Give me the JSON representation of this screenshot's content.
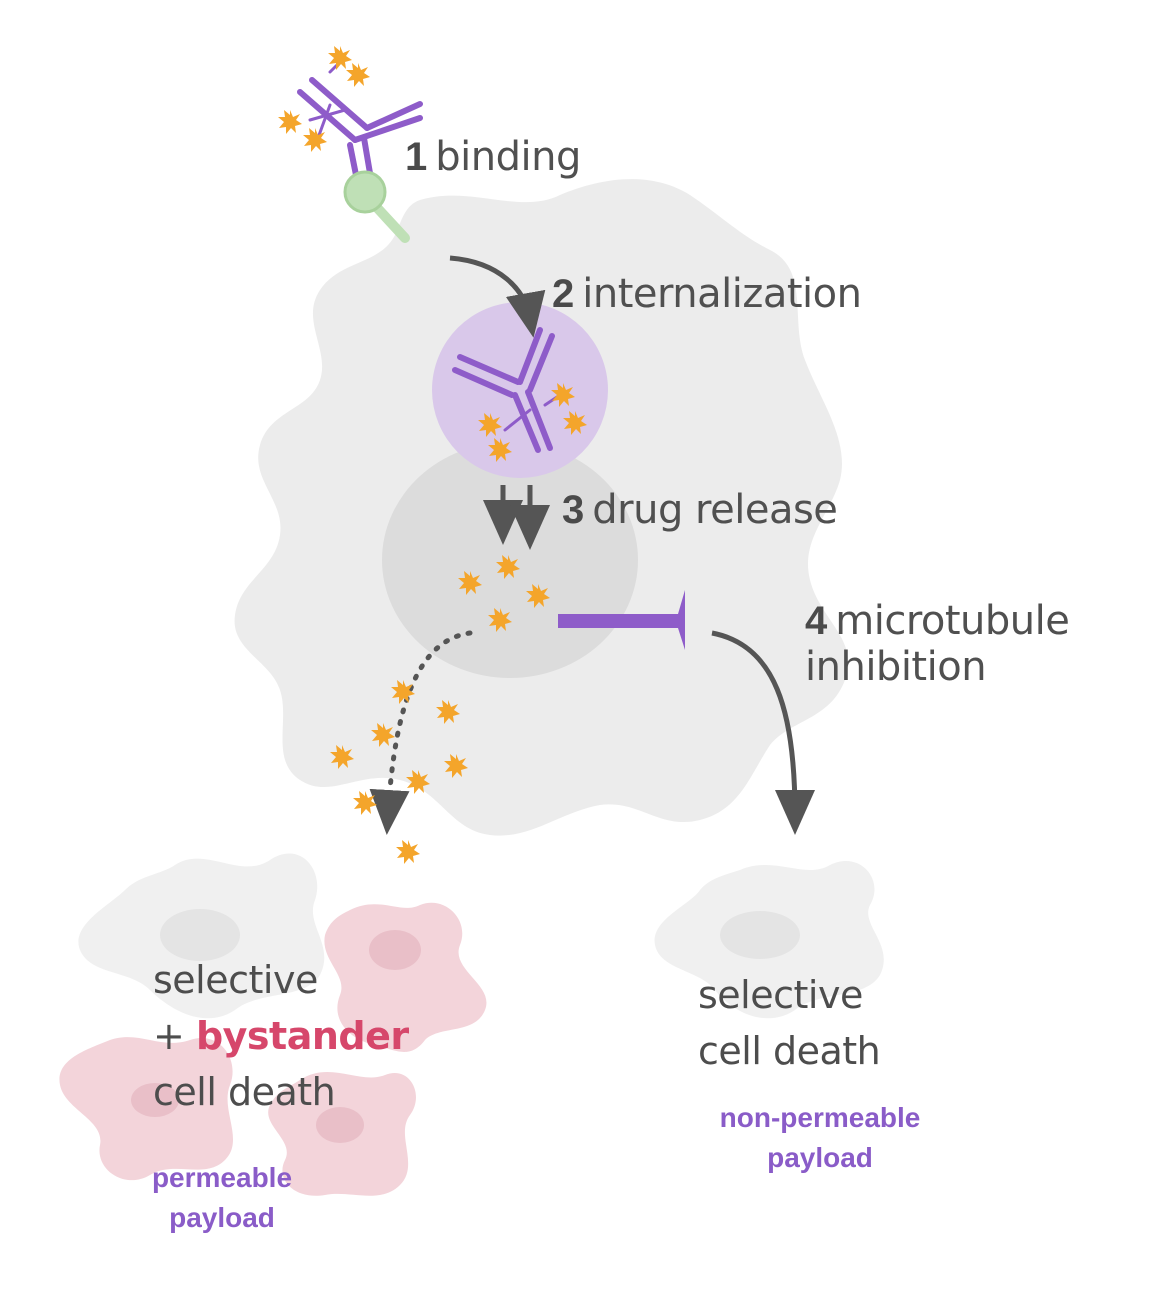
{
  "steps": {
    "binding": {
      "number": "1",
      "label": "binding"
    },
    "internalization": {
      "number": "2",
      "label": "internalization"
    },
    "drug_release": {
      "number": "3",
      "label": "drug release"
    },
    "microtubule": {
      "number": "4",
      "label_line1": "microtubule",
      "label_line2": "inhibition"
    }
  },
  "outcomes": {
    "left": {
      "line1": "selective",
      "plus": "+",
      "bystander": "bystander",
      "line3": "cell death",
      "payload_line1": "permeable",
      "payload_line2": "payload"
    },
    "right": {
      "line1": "selective",
      "line2": "cell death",
      "payload_line1": "non-permeable",
      "payload_line2": "payload"
    }
  },
  "colors": {
    "cell": "#ececec",
    "nucleus": "#dcdcdc",
    "endosome": "#d9c8ea",
    "antibody": "#8e5cc9",
    "drug": "#f4a52b",
    "arrow": "#555555",
    "receptor": "#bfe0b6",
    "bystander_cell": "#f3d4da",
    "dead_cell": "#f0f0f0",
    "bystander_text": "#d6476b",
    "payload_text": "#8a5cc8"
  }
}
